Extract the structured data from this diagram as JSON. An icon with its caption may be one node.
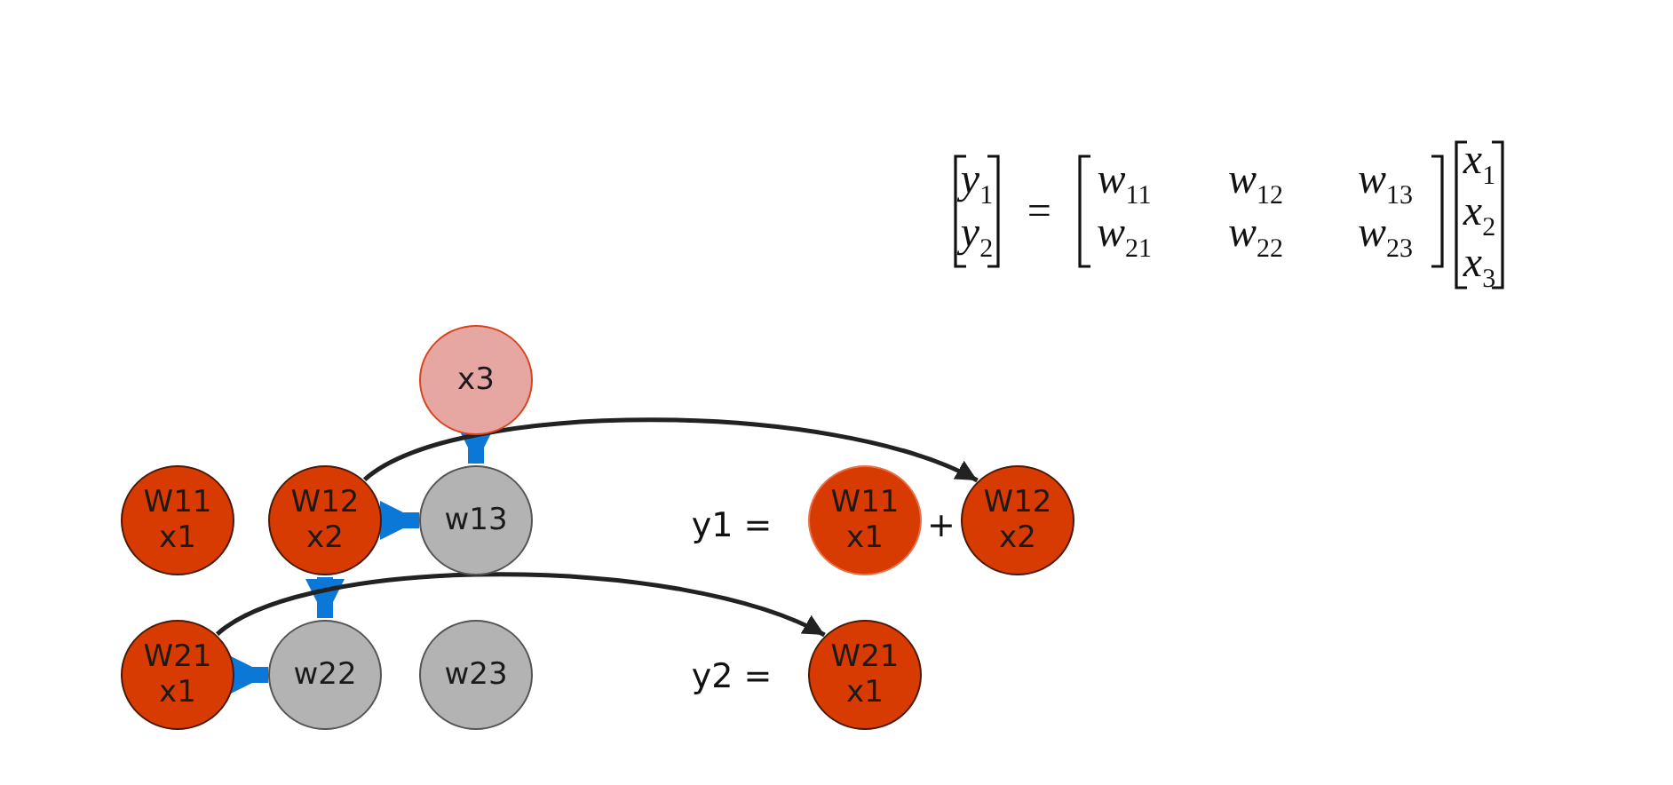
{
  "diagram": {
    "nodes": [
      {
        "text": [
          "x3"
        ]
      },
      {
        "text": [
          "W11",
          "x1"
        ]
      },
      {
        "text": [
          "W12",
          "x2"
        ]
      },
      {
        "text": [
          "w13"
        ]
      },
      {
        "text": [
          "W21",
          "x1"
        ]
      },
      {
        "text": [
          "w22"
        ]
      },
      {
        "text": [
          "w23"
        ]
      },
      {
        "text": [
          "W11",
          "x1"
        ]
      },
      {
        "text": [
          "W12",
          "x2"
        ]
      },
      {
        "text": [
          "W21",
          "x1"
        ]
      }
    ],
    "edges": [
      {
        "from": 0,
        "to": 3,
        "arrow": "to"
      },
      {
        "from": 2,
        "to": 3,
        "arrow": "to"
      },
      {
        "from": 2,
        "to": 5,
        "arrow": "to"
      },
      {
        "from": 4,
        "to": 5,
        "arrow": "to"
      },
      {
        "from": 2,
        "to": 8,
        "arrow": "to",
        "color": "#222222"
      },
      {
        "from": 4,
        "to": 9,
        "arrow": "to",
        "color": "#222222"
      }
    ],
    "labels": [
      "y$_{1}$",
      "=",
      "w$_{11}$",
      "w$_{12}$",
      "w$_{13}$",
      "x$_{1}$",
      "y$_{2}$",
      "w$_{21}$",
      "w$_{22}$",
      "w$_{23}$",
      "x$_{2}$",
      "x$_{3}$",
      "y1 =",
      "+",
      "y2 ="
    ]
  }
}
